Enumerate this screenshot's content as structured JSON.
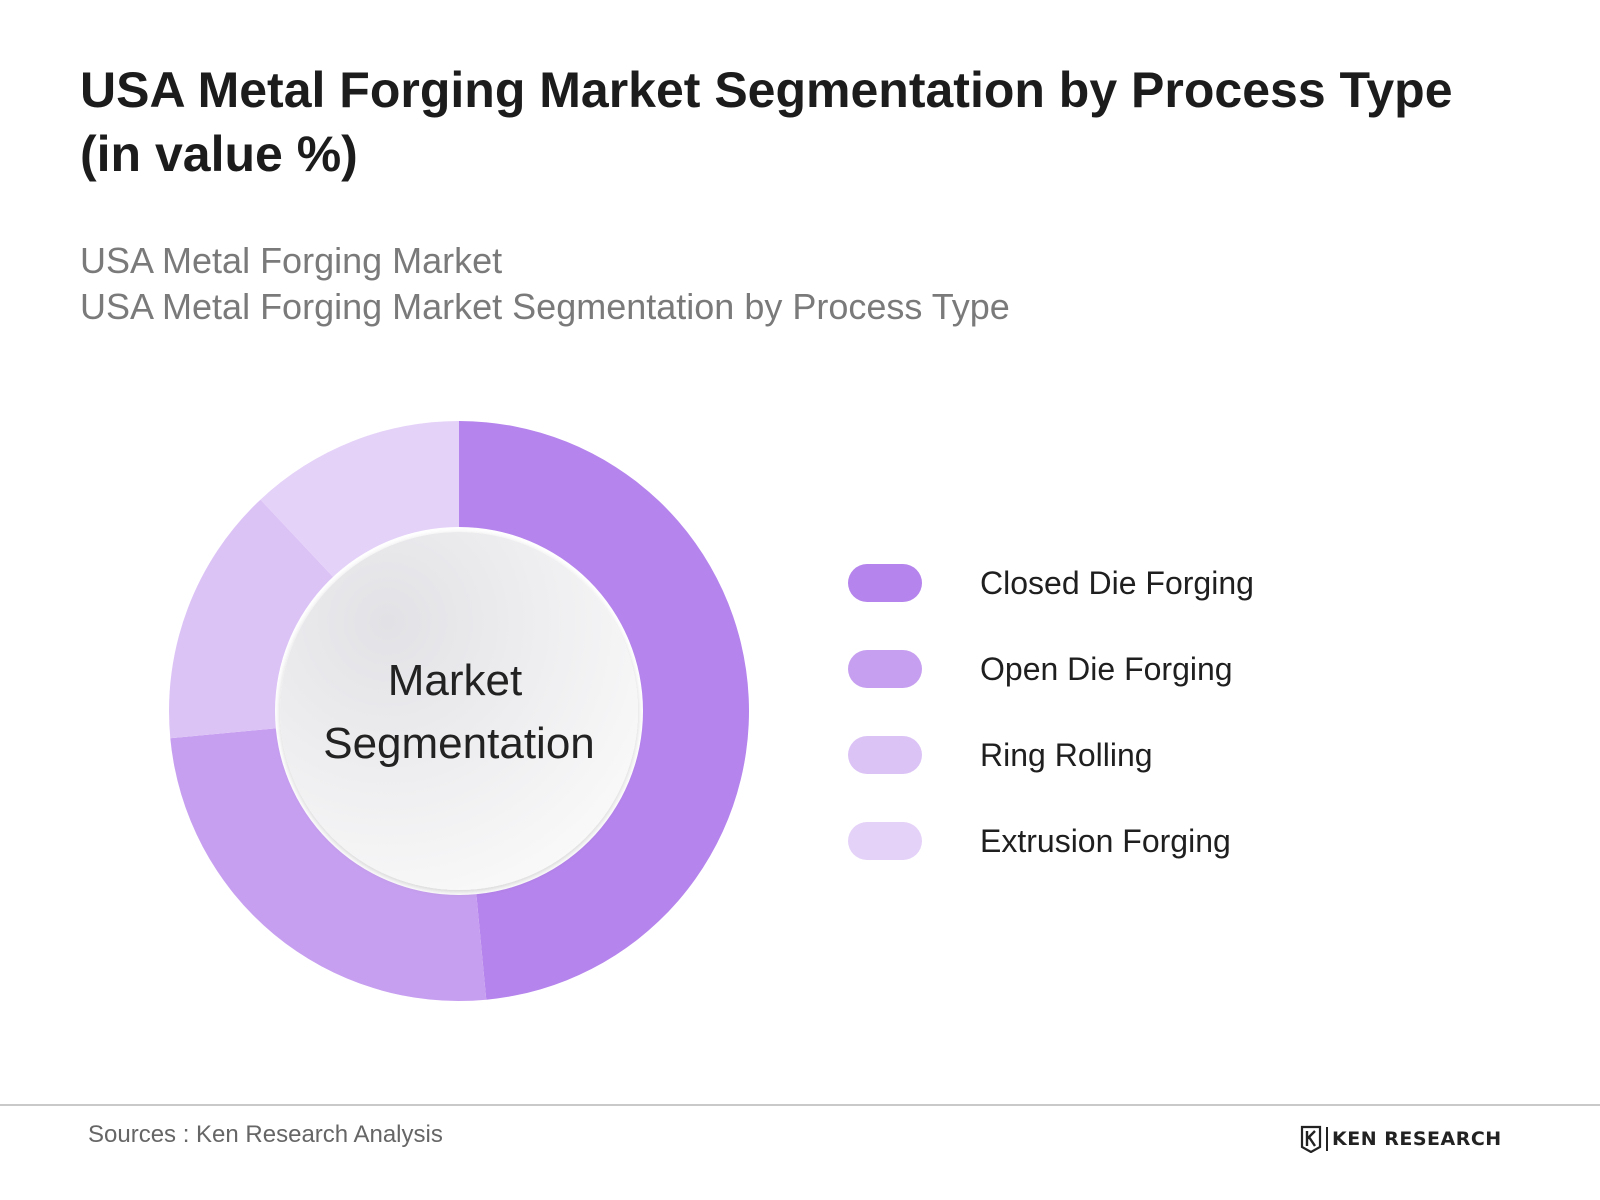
{
  "header": {
    "title": "USA Metal Forging Market Segmentation by Process Type (in value %)",
    "subtitle_line1": "USA Metal Forging Market",
    "subtitle_line2": "USA Metal Forging Market Segmentation by Process Type"
  },
  "chart_data": {
    "type": "pie",
    "variant": "donut",
    "center_label": [
      "Market",
      "Segmentation"
    ],
    "legend_position": "right",
    "categories": [
      "Closed Die Forging",
      "Open Die Forging",
      "Ring Rolling",
      "Extrusion Forging"
    ],
    "values": [
      48.5,
      25,
      14.5,
      12
    ],
    "colors": [
      "#b584ec",
      "#c79ff0",
      "#dcc3f6",
      "#e5d2f8"
    ]
  },
  "footer": {
    "source": "Sources : Ken Research Analysis",
    "brand": "KEN RESEARCH",
    "brand_icon": "ken-research-logo-icon"
  }
}
